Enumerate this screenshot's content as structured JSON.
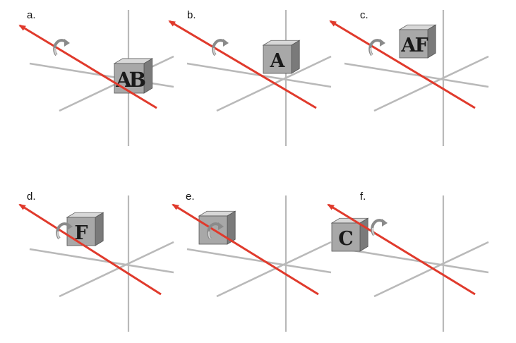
{
  "figure": {
    "panels": [
      {
        "label": "a.",
        "cube_letters": [
          "A",
          "B"
        ]
      },
      {
        "label": "b.",
        "cube_letters": [
          "A"
        ]
      },
      {
        "label": "c.",
        "cube_letters": [
          "A",
          "F"
        ]
      },
      {
        "label": "d.",
        "cube_letters": [
          "F"
        ]
      },
      {
        "label": "e.",
        "cube_letters": []
      },
      {
        "label": "f.",
        "cube_letters": [
          "C"
        ]
      }
    ],
    "colors": {
      "axis_arrow": "#e03a2c",
      "coordinate_axes": "#b9b9b9",
      "cube_light": "#d8d8d8",
      "cube_mid": "#a8a8a8",
      "cube_dark": "#7a7a7a"
    },
    "icons": [
      "rotation-arrow-icon",
      "letter-cube"
    ]
  }
}
